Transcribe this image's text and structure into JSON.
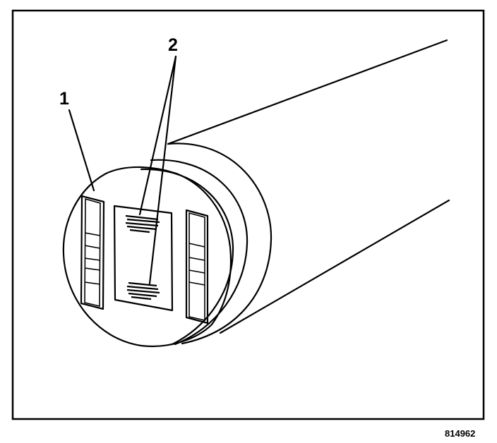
{
  "callouts": {
    "one": "1",
    "two": "2"
  },
  "figure_id": "814962"
}
